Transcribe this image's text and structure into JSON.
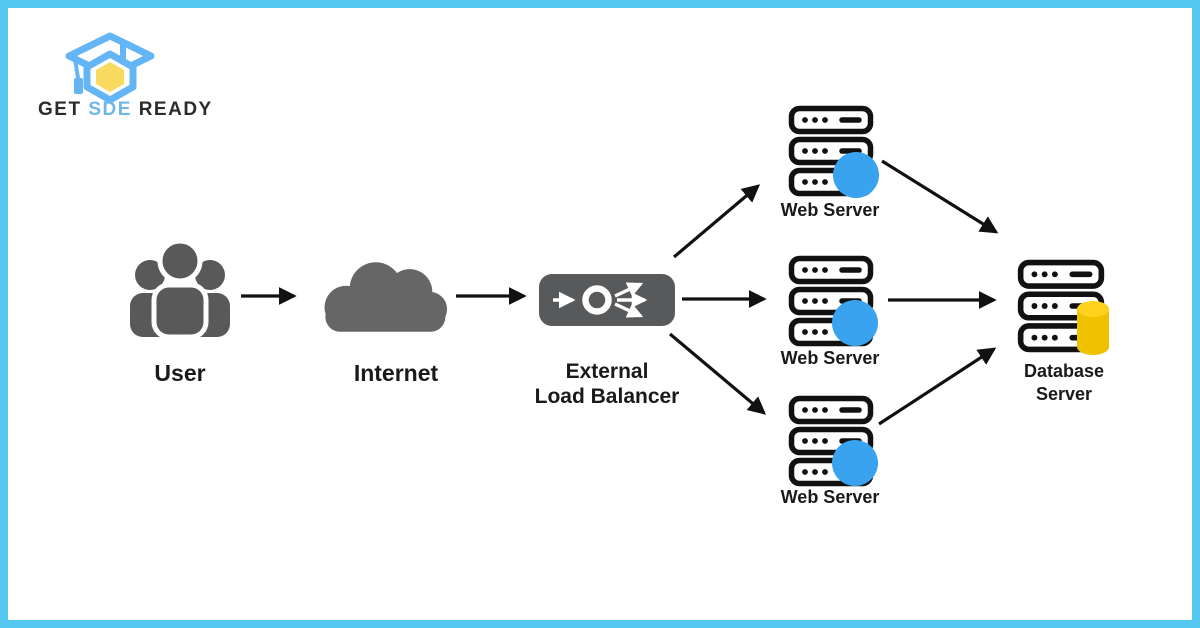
{
  "frame": {
    "border_color": "#55C8F2",
    "background": "#FFFFFF"
  },
  "logo": {
    "word1": "GET",
    "word2": "SDE",
    "word3": "READY",
    "word_color": "#2B2B2B",
    "accent_color": "#6FB6EA",
    "cap_blue": "#64B5F6",
    "cap_yellow": "#F8DB5E",
    "icon": "graduation-cap-icon"
  },
  "diagram": {
    "nodes": {
      "user": {
        "label": "User",
        "icon": "users-group-icon"
      },
      "internet": {
        "label": "Internet",
        "icon": "cloud-icon"
      },
      "load_balancer": {
        "label_line1": "External",
        "label_line2": "Load Balancer",
        "icon": "load-balancer-icon"
      },
      "web_server_top": {
        "label": "Web Server",
        "icon": "server-rack-icon"
      },
      "web_server_middle": {
        "label": "Web Server",
        "icon": "server-rack-icon"
      },
      "web_server_bottom": {
        "label": "Web Server",
        "icon": "server-rack-icon"
      },
      "database_server": {
        "label_line1": "Database",
        "label_line2": "Server",
        "icon": "server-rack-database-icon"
      }
    },
    "edges": [
      {
        "from": "user",
        "to": "internet"
      },
      {
        "from": "internet",
        "to": "load_balancer"
      },
      {
        "from": "load_balancer",
        "to": "web_server_top"
      },
      {
        "from": "load_balancer",
        "to": "web_server_middle"
      },
      {
        "from": "load_balancer",
        "to": "web_server_bottom"
      },
      {
        "from": "web_server_top",
        "to": "database_server"
      },
      {
        "from": "web_server_middle",
        "to": "database_server"
      },
      {
        "from": "web_server_bottom",
        "to": "database_server"
      }
    ],
    "colors": {
      "people_gray": "#595959",
      "cloud_gray": "#666666",
      "lb_box_gray": "#58595B",
      "outline_black": "#111111",
      "dot_blue": "#39A3F0",
      "db_cylinder_yellow": "#EFC100",
      "db_cylinder_top": "#FFD21E",
      "arrow_black": "#111111",
      "label_color": "#1A1A1A"
    }
  }
}
